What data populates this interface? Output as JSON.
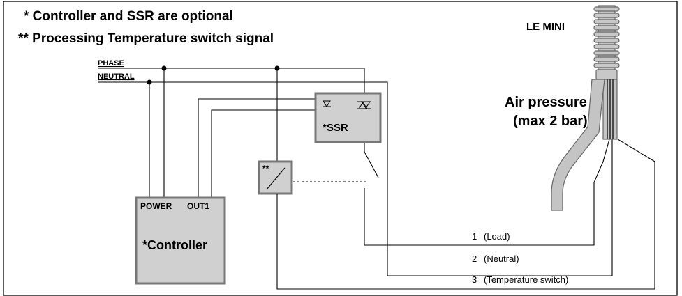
{
  "notes": {
    "optional": "* Controller and SSR are optional",
    "temp_signal": "** Processing Temperature switch signal"
  },
  "rails": {
    "phase": "PHASE",
    "neutral": "NEUTRAL"
  },
  "controller": {
    "power_label": "POWER",
    "out_label": "OUT1",
    "name": "*Controller"
  },
  "ssr": {
    "name": "*SSR"
  },
  "temperature_switch": {
    "marker": "**"
  },
  "device": {
    "name": "LE MINI",
    "air_line1": "Air pressure",
    "air_line2": "(max 2 bar)"
  },
  "terminals": [
    {
      "number": "1",
      "label": "(Load)"
    },
    {
      "number": "2",
      "label": "(Neutral)"
    },
    {
      "number": "3",
      "label": "(Temperature switch)"
    }
  ]
}
